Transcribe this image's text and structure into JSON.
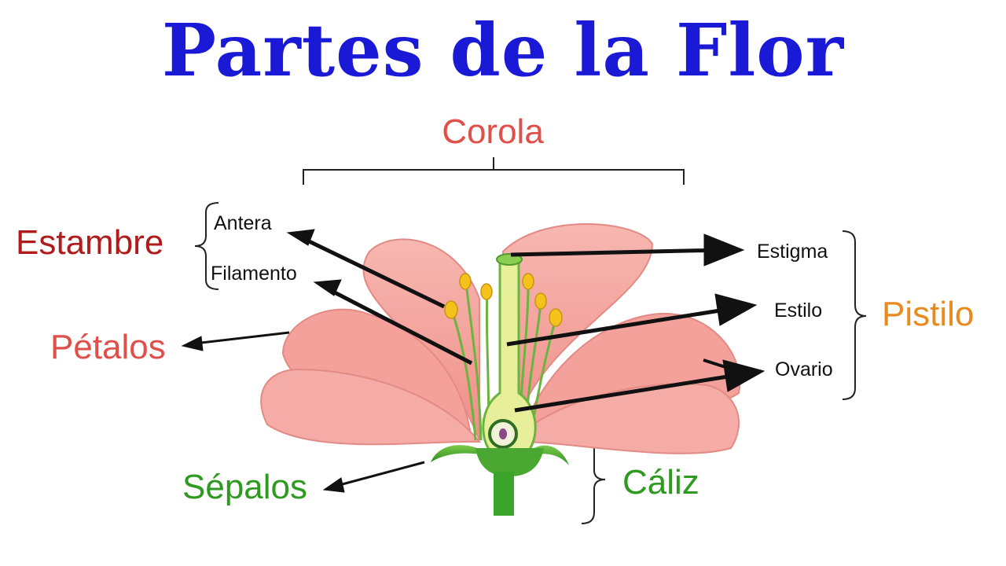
{
  "title": "Partes de la Flor",
  "labels": {
    "corola": "Corola",
    "estambre": "Estambre",
    "antera": "Antera",
    "filamento": "Filamento",
    "petalos": "Pétalos",
    "sepalos": "Sépalos",
    "caliz": "Cáliz",
    "estigma": "Estigma",
    "estilo": "Estilo",
    "ovario": "Ovario",
    "pistilo": "Pistilo"
  },
  "colors": {
    "title": "#1a1ad6",
    "corola": "#e0504a",
    "estambre": "#b01c1c",
    "petalos": "#e0504a",
    "sepalos": "#2e9a1f",
    "caliz": "#2e9a1f",
    "pistilo": "#e88a1e",
    "petal_fill": "#f4a6a0",
    "petal_edge": "#e07a74",
    "stem": "#3aa52a",
    "anther": "#f4c21a"
  }
}
